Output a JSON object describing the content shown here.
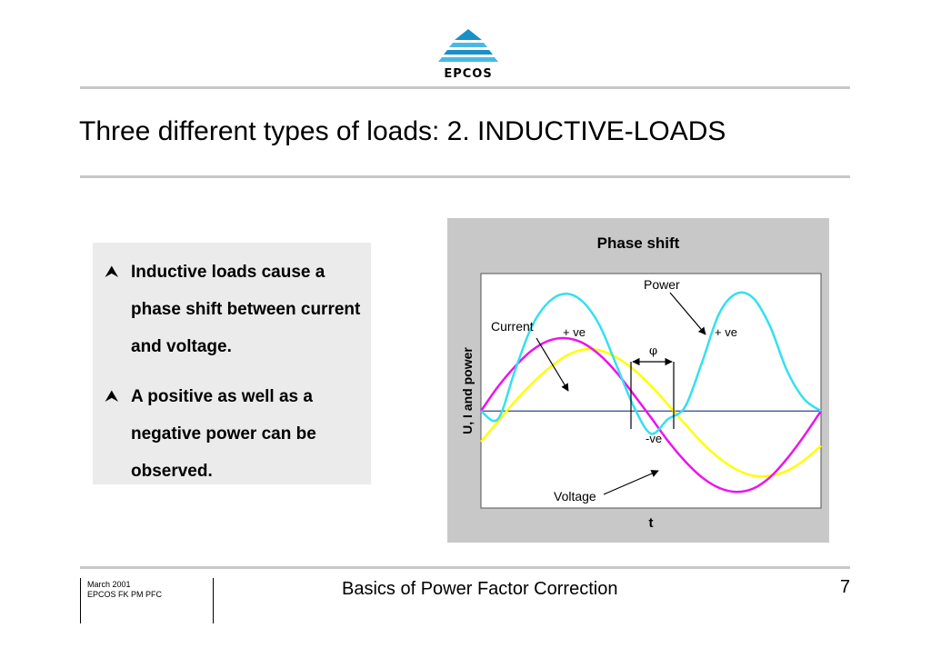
{
  "logo": {
    "text": "EPCOS",
    "colors": [
      "#1a8fc8",
      "#49b9e4"
    ]
  },
  "slide": {
    "title": "Three different types of loads: 2. INDUCTIVE-LOADS"
  },
  "bullets": [
    {
      "marker": "⮝",
      "text": "Inductive loads cause a phase shift between current and voltage."
    },
    {
      "marker": "⮝",
      "text": "A positive as well as a negative power can be observed."
    }
  ],
  "chart_data": {
    "type": "line",
    "title": "Phase shift",
    "xlabel": "t",
    "ylabel": "U, I and power",
    "grid": false,
    "x": [
      0,
      0.5,
      1,
      1.5,
      2,
      2.5,
      3,
      3.5,
      4,
      4.5,
      5,
      5.5,
      6,
      6.5,
      7,
      7.5,
      8,
      8.5,
      9,
      9.5,
      10
    ],
    "series": [
      {
        "name": "Voltage",
        "color": "#ffff00",
        "values": [
          -0.38,
          -0.13,
          0.12,
          0.34,
          0.53,
          0.68,
          0.76,
          0.75,
          0.66,
          0.51,
          0.31,
          0.08,
          -0.16,
          -0.39,
          -0.58,
          -0.72,
          -0.8,
          -0.8,
          -0.74,
          -0.61,
          -0.43
        ]
      },
      {
        "name": "Current",
        "color": "#ee11ee",
        "values": [
          0.0,
          0.3,
          0.55,
          0.75,
          0.87,
          0.9,
          0.84,
          0.69,
          0.47,
          0.2,
          -0.08,
          -0.37,
          -0.62,
          -0.82,
          -0.95,
          -1.0,
          -0.96,
          -0.82,
          -0.59,
          -0.31,
          0.0
        ]
      },
      {
        "name": "Power",
        "color": "#33e0f0",
        "values": [
          0.0,
          -0.1,
          0.5,
          1.05,
          1.35,
          1.45,
          1.35,
          1.05,
          0.55,
          0.05,
          -0.28,
          -0.1,
          0.05,
          0.6,
          1.2,
          1.45,
          1.4,
          1.05,
          0.5,
          0.15,
          0.0
        ]
      }
    ],
    "ylim": [
      -1.2,
      1.7
    ],
    "xlim": [
      0,
      10
    ],
    "annotations": [
      "Power",
      "Current",
      "+ ve",
      "+ ve",
      "φ",
      "-ve",
      "Voltage"
    ]
  },
  "footer": {
    "date": "March 2001",
    "dept": "EPCOS FK PM PFC",
    "center": "Basics of Power Factor Correction",
    "page": "7"
  }
}
